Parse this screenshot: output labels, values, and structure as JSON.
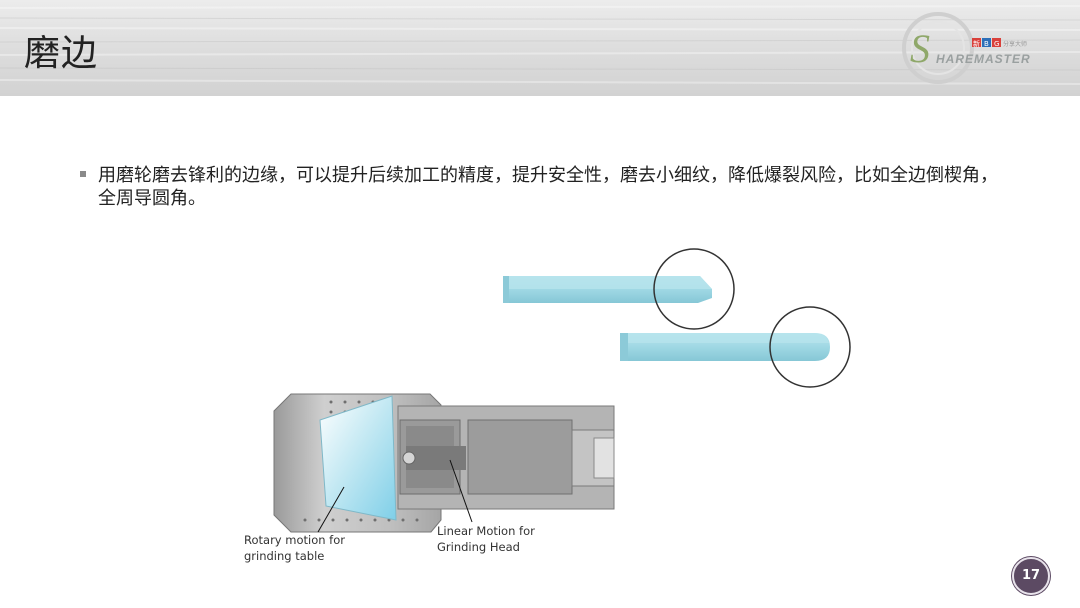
{
  "slide": {
    "title": "磨边",
    "bullet": "用磨轮磨去锋利的边缘，可以提升后续加工的精度，提升安全性，磨去小细纹，降低爆裂风险，比如全边倒楔角，全周导圆角。",
    "page_number": "17"
  },
  "logo": {
    "text": "HAREMASTER",
    "letter": "S",
    "badges": [
      "新",
      "B",
      "G"
    ],
    "small_text": "分享大师",
    "colors": {
      "letter": "#8fa86a",
      "badge_red": "#d9413b",
      "badge_blue": "#2d6fb8"
    }
  },
  "diagram": {
    "label_rotary": "Rotary motion for\ngrinding table",
    "label_linear": "Linear Motion for\nGrinding Head"
  },
  "colors": {
    "glass": "#9fd8e4",
    "badge": "#5c4a63"
  }
}
